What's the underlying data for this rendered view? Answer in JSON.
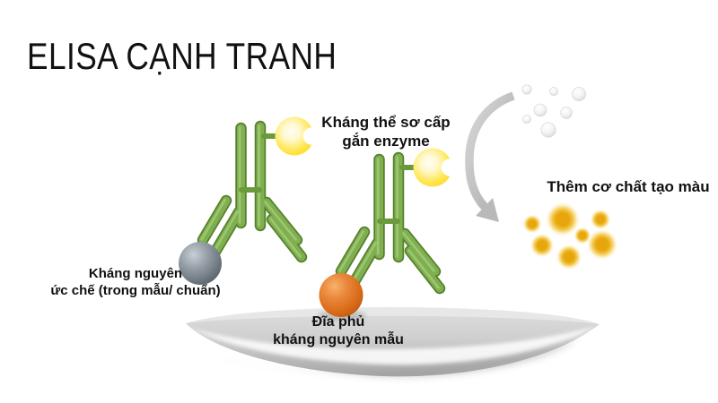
{
  "title": "ELISA CẠNH TRANH",
  "labels": {
    "primary_antibody": {
      "line1": "Kháng thể sơ cấp",
      "line2": "gắn enzyme"
    },
    "substrate": {
      "text": "Thêm cơ chất tạo màu"
    },
    "inhibitor_antigen": {
      "line1": "Kháng nguyên",
      "line2": "ức chế (trong mẫu/ chuẩn)"
    },
    "coated_plate": {
      "line1": "Đĩa phủ",
      "line2": "kháng nguyên mẫu"
    }
  },
  "icons": {
    "antibody": "green-y-shaped-antibody",
    "enzyme": "yellow-pacman-circle",
    "inhibitor_antigen": "gray-sphere",
    "sample_antigen": "orange-sphere",
    "substrate_bubbles": "gray-bubble-cluster",
    "color_product": "golden-glow-spots",
    "plate": "silver-dish-ellipse",
    "arrow": "gray-curved-arrow"
  },
  "colors": {
    "antibody_green": "#7FAF4F",
    "antibody_green_dark": "#55802C",
    "enzyme_yellow": "#FFDD2F",
    "inhibitor_gray": "#79838D",
    "antigen_orange": "#D96A17",
    "product_gold": "#E7A60C",
    "substrate_gray": "#E2E2E2",
    "plate_silver": "#C7C7C7",
    "arrow_gray": "#B9B9B9",
    "text_black": "#111111",
    "background": "#FFFFFF"
  }
}
